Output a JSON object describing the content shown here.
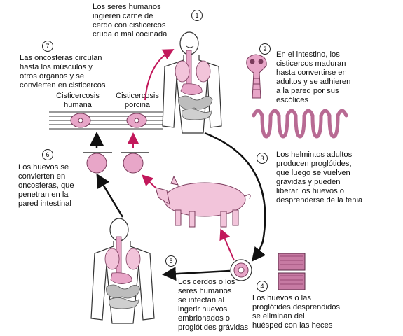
{
  "steps": [
    {
      "number": "1",
      "text": "Los seres humanos\ningieren carne de\ncerdo con cisticercos\ncruda o mal cocinada"
    },
    {
      "number": "2",
      "text": "En el intestino, los\ncisticercos maduran\nhasta convertirse en\nadultos y se adhieren\na la pared por sus\nescólices"
    },
    {
      "number": "3",
      "text": "Los helmintos adultos\nproducen proglótides,\nque luego se vuelven\ngrávidas y pueden\nliberar los huevos o\ndesprenderse de la tenia"
    },
    {
      "number": "4",
      "text": "Los huevos o las\nproglótides desprendidos\nse eliminan del\nhuésped con las heces"
    },
    {
      "number": "5",
      "text": "Los cerdos o los\nseres humanos\nse infectan al\ningerir huevos\nembrionados o\nproglótides grávidas"
    },
    {
      "number": "6",
      "text": "Los huevos se\nconvierten en\noncosferas, que\npenetran en la\npared intestinal"
    },
    {
      "number": "7",
      "text": "Las oncosferas circulan\nhasta los músculos y\notros órganos y se\nconvierten en cisticercos"
    }
  ],
  "labels": {
    "human": "Cisticercosis\nhumana",
    "porcine": "Cisticercosis\nporcina"
  },
  "colors": {
    "pink": "#e8a6c8",
    "magenta": "#c2185b",
    "organ_gray": "#bdbdbd",
    "arrow_black": "#111111"
  }
}
